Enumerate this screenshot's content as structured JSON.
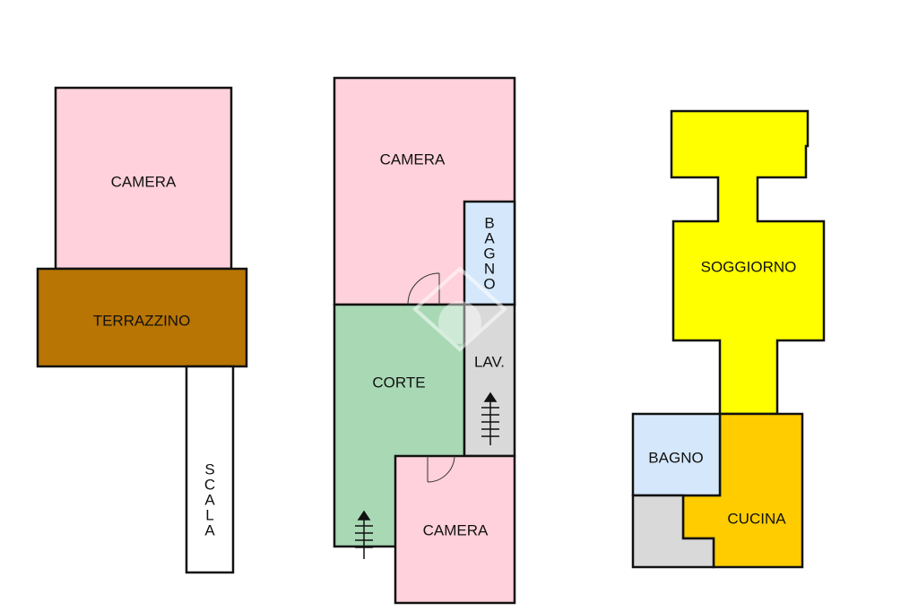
{
  "colors": {
    "camera": "#ffd1dc",
    "terrazzino": "#b87503",
    "scala": "#ffffff",
    "bagno": "#d5e8fb",
    "corte": "#a8d8b4",
    "lavanderia": "#d9d9d9",
    "soggiorno": "#ffff00",
    "cucina": "#ffcc00",
    "ripostiglio": "#d9d9d9",
    "outline": "#111111"
  },
  "floor_left": {
    "camera_label": "CAMERA",
    "terrazzino_label": "TERRAZZINO",
    "scala_letters": [
      "S",
      "C",
      "A",
      "L",
      "A"
    ]
  },
  "floor_middle": {
    "camera_top_label": "CAMERA",
    "bagno_letters": [
      "B",
      "A",
      "G",
      "N",
      "O"
    ],
    "corte_label": "CORTE",
    "lav_label": "LAV.",
    "camera_bottom_label": "CAMERA"
  },
  "floor_right": {
    "soggiorno_label": "SOGGIORNO",
    "bagno_label": "BAGNO",
    "cucina_label": "CUCINA"
  },
  "icons": [
    "stair-arrow-icon",
    "door-swing-icon",
    "watermark-logo-icon"
  ]
}
